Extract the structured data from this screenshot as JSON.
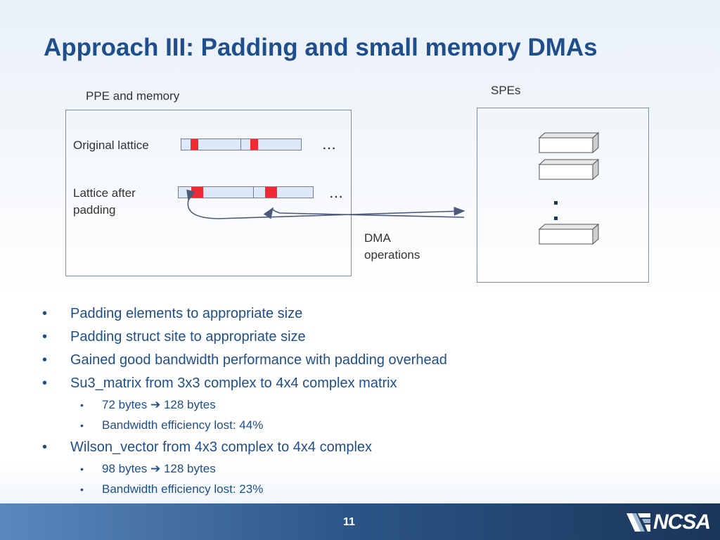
{
  "slide": {
    "title": "Approach III: Padding and small memory DMAs",
    "page_number": "11"
  },
  "diagram": {
    "ppe_label": "PPE and memory",
    "spes_label": "SPEs",
    "original_lattice_label": "Original lattice",
    "padded_lattice_label": "Lattice after padding",
    "ellipsis": "…",
    "dma_label": "DMA operations",
    "spe_vertical_ellipsis": ":"
  },
  "bullets": [
    {
      "level": 1,
      "text": "Padding elements to appropriate size"
    },
    {
      "level": 1,
      "text": "Padding struct site to appropriate size"
    },
    {
      "level": 1,
      "text": "Gained good bandwidth performance with padding overhead"
    },
    {
      "level": 1,
      "text": "Su3_matrix from 3x3 complex to 4x4 complex matrix"
    },
    {
      "level": 2,
      "text_before": "72 bytes ",
      "arrow": "➔",
      "text_after": " 128 bytes"
    },
    {
      "level": 2,
      "text": "Bandwidth efficiency lost: 44%"
    },
    {
      "level": 1,
      "text": "Wilson_vector from 4x3 complex to 4x4 complex"
    },
    {
      "level": 2,
      "text_before": "98 bytes ",
      "arrow": "➔",
      "text_after": " 128 bytes"
    },
    {
      "level": 2,
      "text": "Bandwidth efficiency lost:  23%"
    }
  ],
  "logo": {
    "text": "NCSA"
  },
  "colors": {
    "title": "#1f4e8c",
    "lattice_fill": "#dde9f8",
    "padding_red": "#ee2b34",
    "bullet_text": "#1f4e8c",
    "footer_dark": "#1a3558"
  }
}
